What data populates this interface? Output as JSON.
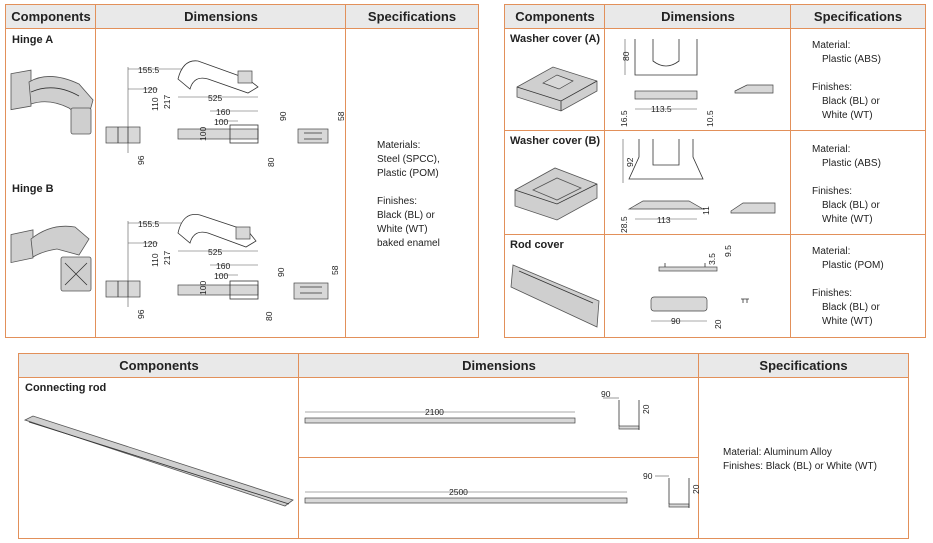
{
  "headers": {
    "components": "Components",
    "dimensions": "Dimensions",
    "specifications": "Specifications"
  },
  "hinge_a": {
    "label": "Hinge A",
    "dims": {
      "d155": "155.5",
      "d120": "120",
      "d217": "217",
      "d110": "110",
      "d525": "525",
      "d160": "160",
      "d100a": "100",
      "d100b": "100",
      "d90": "90",
      "d58": "58",
      "d96": "96",
      "d80": "80"
    }
  },
  "hinge_b": {
    "label": "Hinge B",
    "dims": {
      "d155": "155.5",
      "d120": "120",
      "d217": "217",
      "d110": "110",
      "d525": "525",
      "d160": "160",
      "d100a": "100",
      "d100b": "100",
      "d90": "90",
      "d58": "58",
      "d96": "96",
      "d80": "80"
    }
  },
  "hinge_spec": [
    "Materials:",
    "Steel (SPCC),",
    "Plastic (POM)",
    "",
    "Finishes:",
    "Black (BL) or",
    "White (WT)",
    "baked enamel"
  ],
  "washer_a": {
    "label": "Washer cover (A)",
    "dims": {
      "d80": "80",
      "d113": "113.5",
      "d16": "16.5",
      "d10": "10.5"
    },
    "spec": [
      "Material:",
      "Plastic (ABS)",
      "",
      "Finishes:",
      "Black (BL) or",
      "White (WT)"
    ]
  },
  "washer_b": {
    "label": "Washer cover (B)",
    "dims": {
      "d92": "92",
      "d113": "113",
      "d28": "28.5",
      "d11": "11"
    },
    "spec": [
      "Material:",
      "Plastic (ABS)",
      "",
      "Finishes:",
      "Black (BL) or",
      "White (WT)"
    ]
  },
  "rod_cover": {
    "label": "Rod cover",
    "dims": {
      "d35": "3.5",
      "d95": "9.5",
      "d90": "90",
      "d20": "20"
    },
    "spec": [
      "Material:",
      "Plastic (POM)",
      "",
      "Finishes:",
      "Black (BL) or",
      "White (WT)"
    ]
  },
  "connecting_rod": {
    "label": "Connecting rod",
    "dims": {
      "l2100": "2100",
      "l2500": "2500",
      "w90a": "90",
      "h20a": "20",
      "w90b": "90",
      "h20b": "20"
    },
    "spec": [
      "Material: Aluminum Alloy",
      "Finishes: Black (BL) or White (WT)"
    ]
  },
  "colors": {
    "border": "#e2905a",
    "header_bg": "#e9e9e9"
  }
}
